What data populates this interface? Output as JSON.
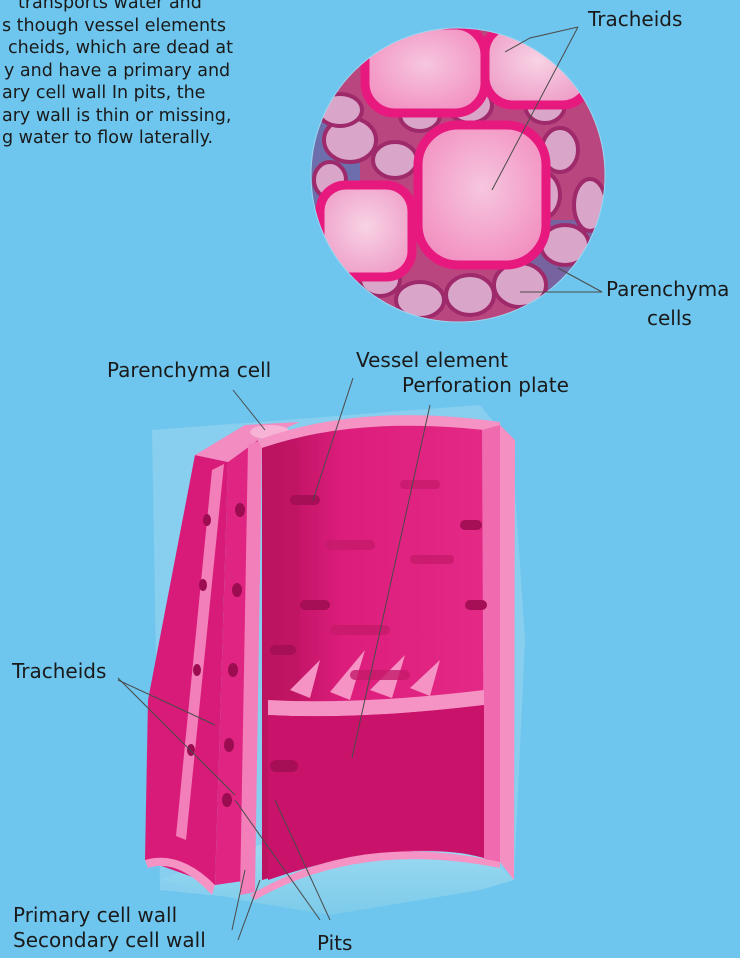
{
  "intro": {
    "lines": [
      "transports water and",
      "s though vessel elements",
      "cheids, which are dead at",
      "y and have a primary and",
      "ary cell wall In pits, the",
      "ary wall is thin or missing,",
      "g water to flow laterally."
    ]
  },
  "micrograph": {
    "label_tracheids": "Tracheids",
    "label_parenchyma_line1": "Parenchyma",
    "label_parenchyma_line2": "cells"
  },
  "diagram": {
    "label_parenchyma_cell": "Parenchyma cell",
    "label_vessel_element": "Vessel element",
    "label_perforation_plate": "Perforation plate",
    "label_tracheids": "Tracheids",
    "label_primary_wall": "Primary cell wall",
    "label_secondary_wall": "Secondary cell wall",
    "label_pits": "Pits"
  },
  "colors": {
    "background": "#6ec6ee",
    "cell_magenta": "#e0197a",
    "wall_pink": "#f57bb8",
    "stain_blue": "#3f6fb0"
  }
}
